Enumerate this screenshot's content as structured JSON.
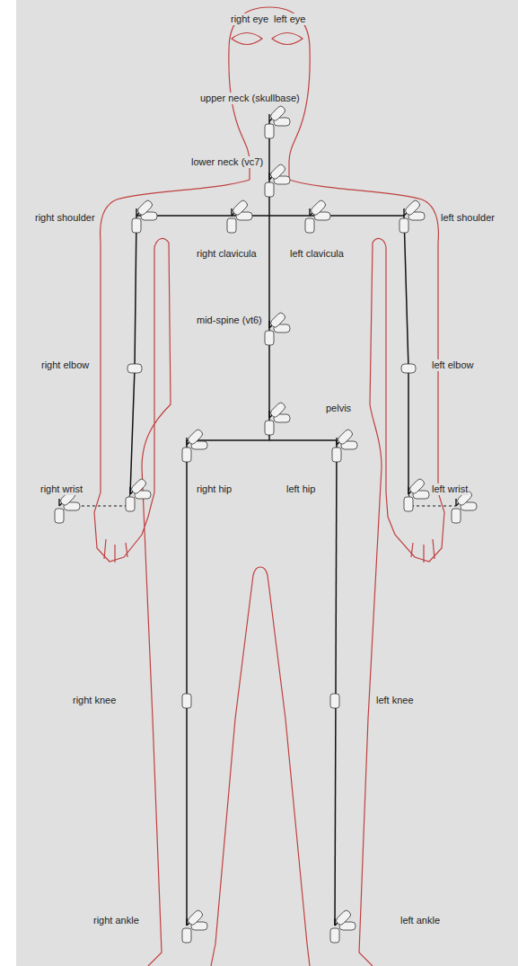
{
  "diagram": {
    "labels": [
      "right eye",
      "left eye",
      "upper neck (skullbase)",
      "lower neck (vc7)",
      "right shoulder",
      "right clavicula",
      "left clavicula",
      "left shoulder",
      "mid-spine (vt6)",
      "right elbow",
      "left elbow",
      "pelvis",
      "right wrist",
      "right hip",
      "left hip",
      "left wrist",
      "right knee",
      "left knee",
      "right ankle",
      "left ankle"
    ]
  }
}
